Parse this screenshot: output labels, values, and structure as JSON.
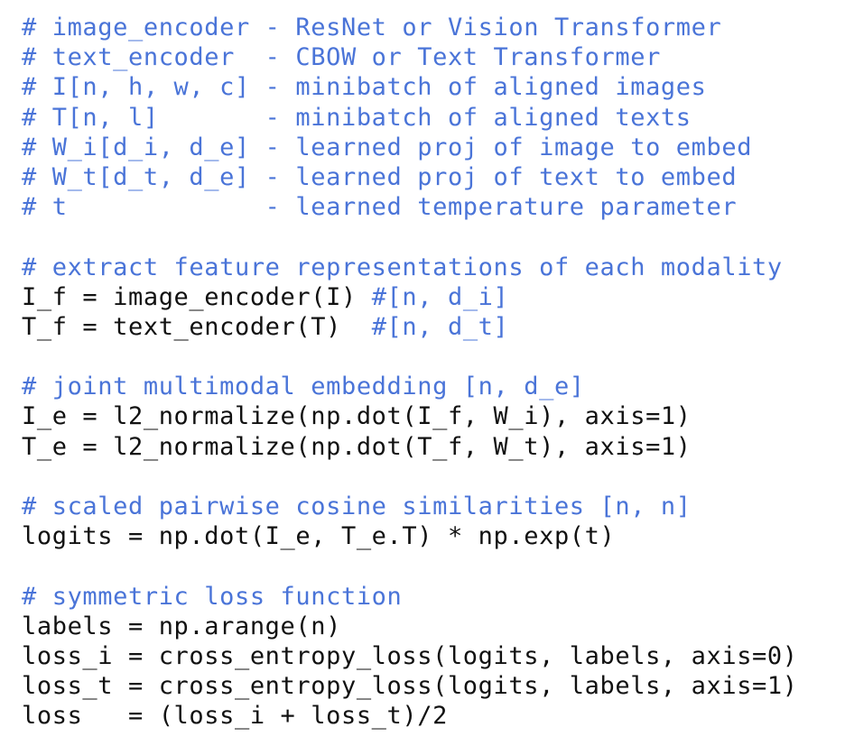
{
  "lines": [
    {
      "t": "comment",
      "text": "# image_encoder - ResNet or Vision Transformer"
    },
    {
      "t": "comment",
      "text": "# text_encoder  - CBOW or Text Transformer"
    },
    {
      "t": "comment",
      "text": "# I[n, h, w, c] - minibatch of aligned images"
    },
    {
      "t": "comment",
      "text": "# T[n, l]       - minibatch of aligned texts"
    },
    {
      "t": "comment",
      "text": "# W_i[d_i, d_e] - learned proj of image to embed"
    },
    {
      "t": "comment",
      "text": "# W_t[d_t, d_e] - learned proj of text to embed"
    },
    {
      "t": "comment",
      "text": "# t             - learned temperature parameter"
    },
    {
      "t": "blank",
      "text": ""
    },
    {
      "t": "comment",
      "text": "# extract feature representations of each modality"
    },
    {
      "t": "mixed",
      "code": "I_f = image_encoder(I) ",
      "comment": "#[n, d_i]"
    },
    {
      "t": "mixed",
      "code": "T_f = text_encoder(T)  ",
      "comment": "#[n, d_t]"
    },
    {
      "t": "blank",
      "text": ""
    },
    {
      "t": "comment",
      "text": "# joint multimodal embedding [n, d_e]"
    },
    {
      "t": "code",
      "text": "I_e = l2_normalize(np.dot(I_f, W_i), axis=1)"
    },
    {
      "t": "code",
      "text": "T_e = l2_normalize(np.dot(T_f, W_t), axis=1)"
    },
    {
      "t": "blank",
      "text": ""
    },
    {
      "t": "comment",
      "text": "# scaled pairwise cosine similarities [n, n]"
    },
    {
      "t": "code",
      "text": "logits = np.dot(I_e, T_e.T) * np.exp(t)"
    },
    {
      "t": "blank",
      "text": ""
    },
    {
      "t": "comment",
      "text": "# symmetric loss function"
    },
    {
      "t": "code",
      "text": "labels = np.arange(n)"
    },
    {
      "t": "code",
      "text": "loss_i = cross_entropy_loss(logits, labels, axis=0)"
    },
    {
      "t": "code",
      "text": "loss_t = cross_entropy_loss(logits, labels, axis=1)"
    },
    {
      "t": "code",
      "text": "loss   = (loss_i + loss_t)/2"
    }
  ]
}
